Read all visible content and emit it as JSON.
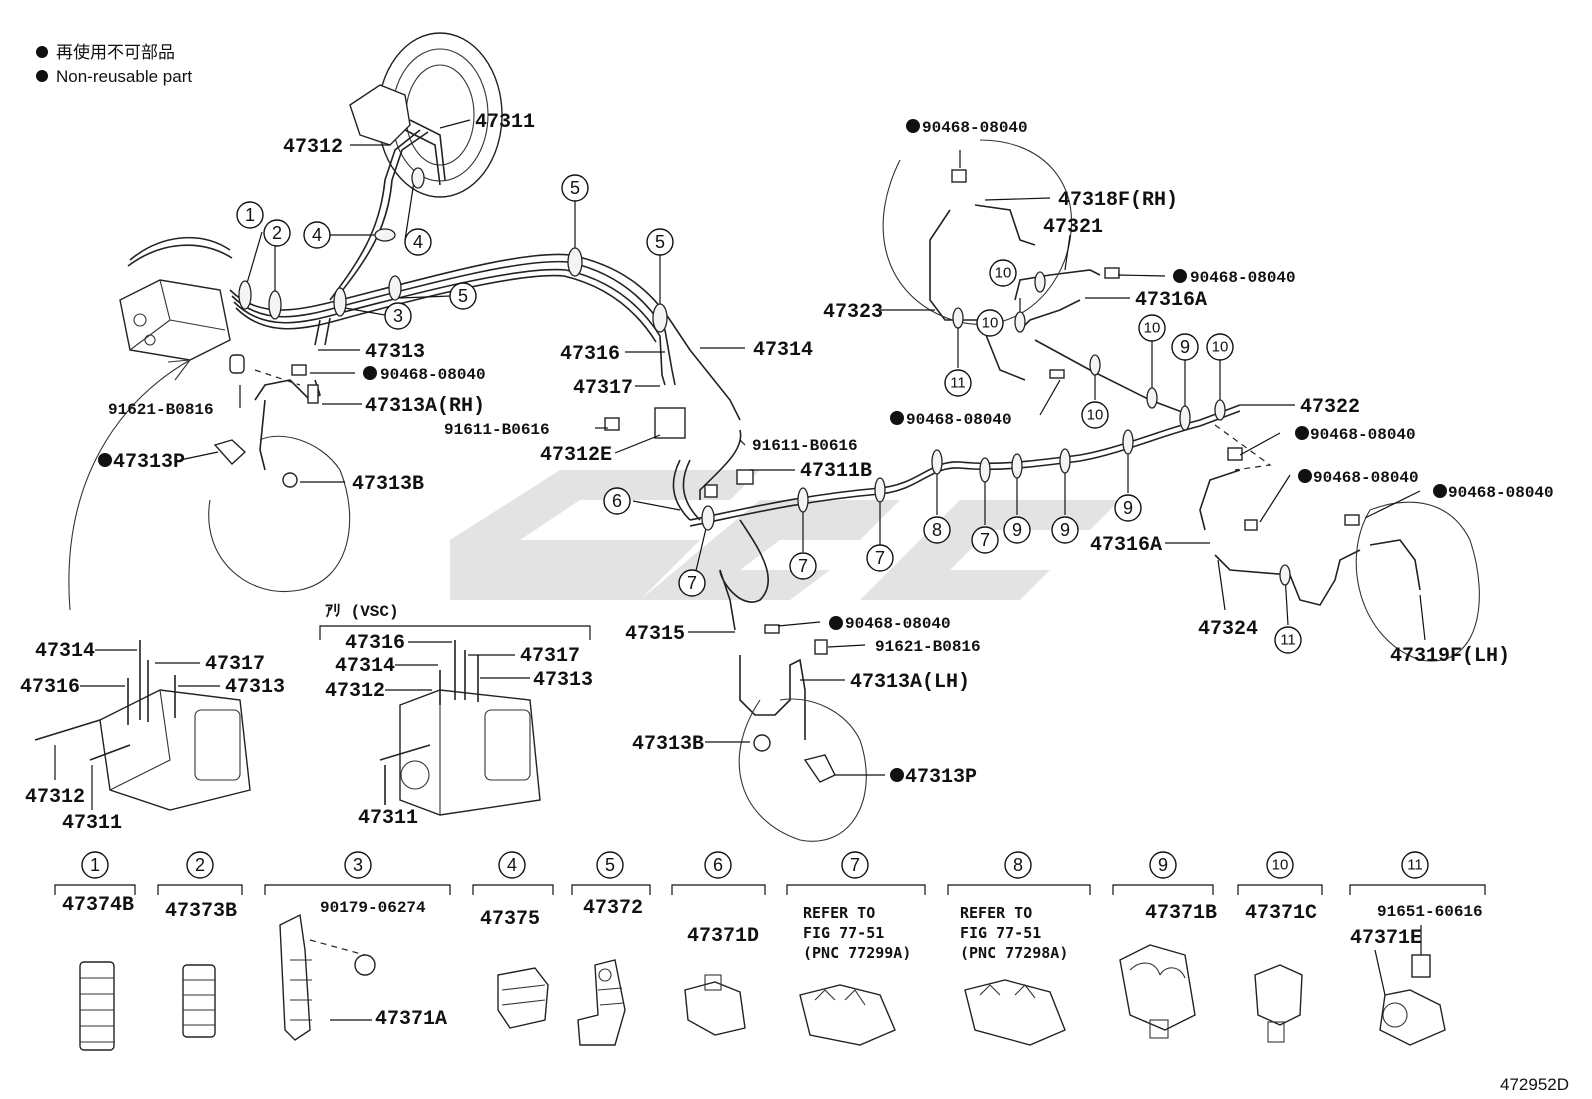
{
  "legend": {
    "ja": "再使用不可部品",
    "en": "Non-reusable part"
  },
  "figure_id": "472952D",
  "vsc_label": "ｱﾘ (VSC)",
  "labels": {
    "p47311_top": "47311",
    "p47312_top": "47312",
    "p47313": "47313",
    "p90468_a": "90468-08040",
    "p91621_a": "91621-B0816",
    "p47313A_rh": "47313A(RH)",
    "p47313P_a": "47313P",
    "p47313B_a": "47313B",
    "p47316": "47316",
    "p47314": "47314",
    "p47317": "47317",
    "p91611_a": "91611-B0616",
    "p47312E": "47312E",
    "p91611_b": "91611-B0616",
    "p47311B": "47311B",
    "p47315": "47315",
    "p90468_b": "90468-08040",
    "p91621_b": "91621-B0816",
    "p47313A_lh": "47313A(LH)",
    "p47313B_b": "47313B",
    "p47313P_b": "47313P",
    "p90468_c": "90468-08040",
    "p47318F": "47318F(RH)",
    "p47321": "47321",
    "p90468_d": "90468-08040",
    "p47316A_a": "47316A",
    "p47323": "47323",
    "p90468_e": "90468-08040",
    "p47322": "47322",
    "p90468_f": "90468-08040",
    "p90468_g": "90468-08040",
    "p90468_h": "90468-08040",
    "p47316A_b": "47316A",
    "p47324": "47324",
    "p47319F": "47319F(LH)",
    "l_47314": "47314",
    "l_47316": "47316",
    "l_47317": "47317",
    "l_47313": "47313",
    "l_47312": "47312",
    "l_47311": "47311",
    "v_47316": "47316",
    "v_47314": "47314",
    "v_47312": "47312",
    "v_47317": "47317",
    "v_47313": "47313",
    "v_47311": "47311"
  },
  "callouts": [
    "1",
    "2",
    "3",
    "4",
    "5",
    "6",
    "7",
    "8",
    "9",
    "10",
    "11"
  ],
  "clamp_table": [
    {
      "num": "1",
      "part": "47374B"
    },
    {
      "num": "2",
      "part": "47373B"
    },
    {
      "num": "3",
      "part": "47371A",
      "extra": "90179-06274"
    },
    {
      "num": "4",
      "part": "47375"
    },
    {
      "num": "5",
      "part": "47372"
    },
    {
      "num": "6",
      "part": "47371D"
    },
    {
      "num": "7",
      "part": "",
      "ref1": "REFER TO",
      "ref2": "FIG 77-51",
      "ref3": "(PNC 77299A)"
    },
    {
      "num": "8",
      "part": "",
      "ref1": "REFER TO",
      "ref2": "FIG 77-51",
      "ref3": "(PNC 77298A)"
    },
    {
      "num": "9",
      "part": "47371B"
    },
    {
      "num": "10",
      "part": "47371C"
    },
    {
      "num": "11",
      "part": "47371E",
      "extra": "91651-60616"
    }
  ]
}
